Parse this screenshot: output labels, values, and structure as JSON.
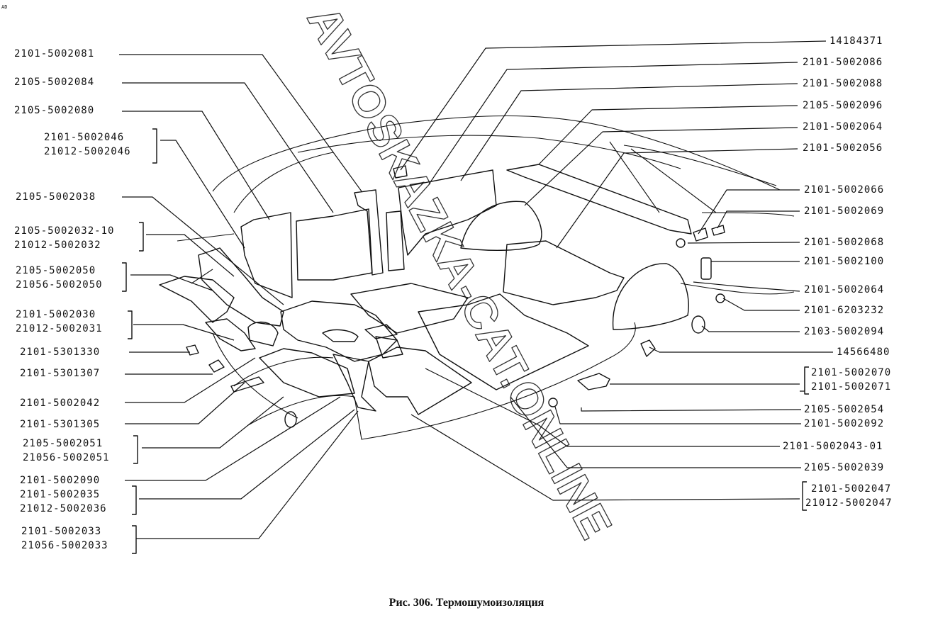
{
  "watermark": "AVTOSKAZKA-CAT.ONLINE",
  "caption": "Рис. 306. Термошумоизоляция",
  "corner_mark": "AD",
  "left_labels": [
    "2101-5002081",
    "2105-5002084",
    "2105-5002080",
    "2101-5002046",
    "21012-5002046",
    "2105-5002038",
    "2105-5002032-10",
    "21012-5002032",
    "2105-5002050",
    "21056-5002050",
    "2101-5002030",
    "21012-5002031",
    "2101-5301330",
    "2101-5301307",
    "2101-5002042",
    "2101-5301305",
    "2105-5002051",
    "21056-5002051",
    "2101-5002090",
    "2101-5002035",
    "21012-5002036",
    "2101-5002033",
    "21056-5002033"
  ],
  "right_labels": [
    "14184371",
    "2101-5002086",
    "2101-5002088",
    "2105-5002096",
    "2101-5002064",
    "2101-5002056",
    "2101-5002066",
    "2101-5002069",
    "2101-5002068",
    "2101-5002100",
    "2101-5002064",
    "2101-6203232",
    "2103-5002094",
    "14566480",
    "2101-5002070",
    "2101-5002071",
    "2105-5002054",
    "2101-5002092",
    "2101-5002043-01",
    "2105-5002039",
    "2101-5002047",
    "21012-5002047"
  ]
}
